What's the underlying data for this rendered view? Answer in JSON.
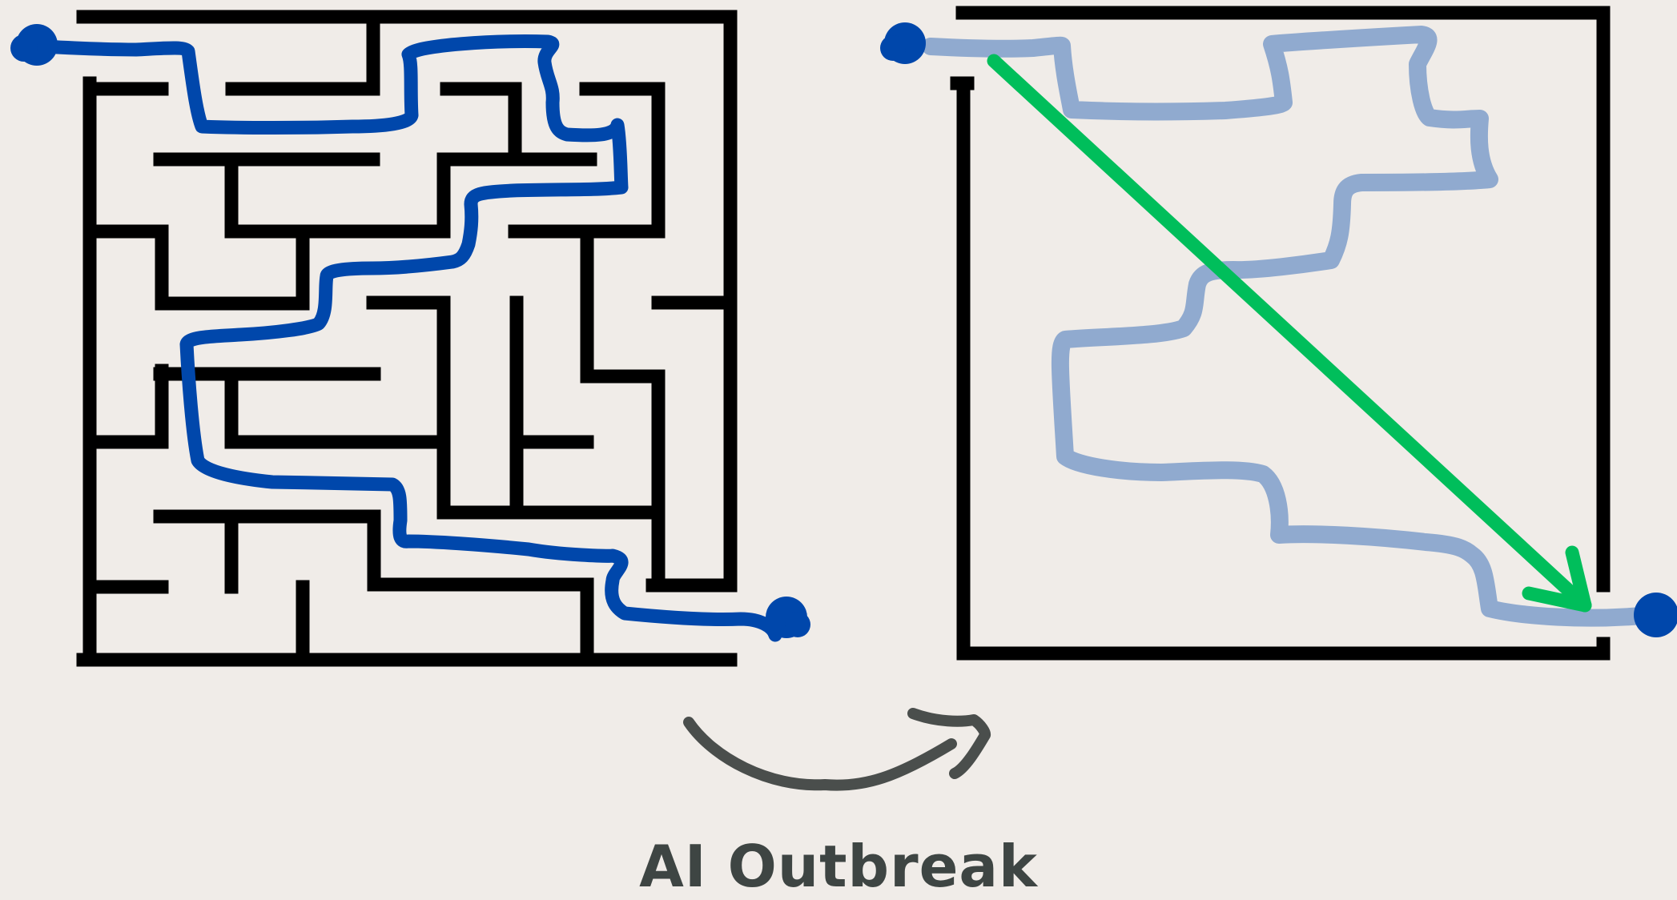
{
  "caption": "AI Outbreak",
  "colors": {
    "background": "#F0ECE8",
    "walls": "#000000",
    "solution_path": "#0047AB",
    "faded_path": "#8AA6CE",
    "shortcut_arrow": "#00BE5B",
    "transition_arrow": "#4A4E4C",
    "caption": "#3E4543"
  },
  "panels": [
    {
      "name": "original-maze",
      "description_kind": "maze-with-winding-solution"
    },
    {
      "name": "shortcut-maze",
      "description_kind": "empty-box-with-direct-arrow"
    }
  ],
  "icons": [
    "start-dot-icon",
    "end-dot-icon",
    "curved-arrow-icon",
    "diagonal-arrow-icon"
  ]
}
